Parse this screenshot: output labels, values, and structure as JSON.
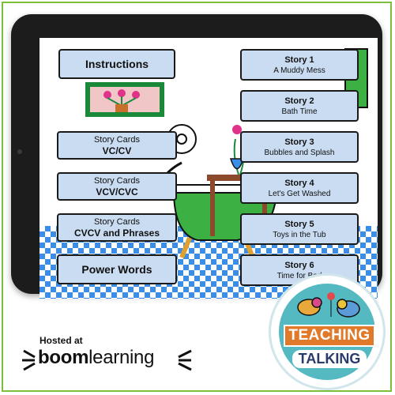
{
  "menu": {
    "instructions": "Instructions",
    "story_cards": [
      {
        "label": "Story Cards",
        "type": "VC/CV"
      },
      {
        "label": "Story Cards",
        "type": "VCV/CVC"
      },
      {
        "label": "Story Cards",
        "type": "CVCV and Phrases"
      }
    ],
    "power_words": "Power Words"
  },
  "stories": [
    {
      "title": "Story 1",
      "subtitle": "A Muddy Mess"
    },
    {
      "title": "Story 2",
      "subtitle": "Bath Time"
    },
    {
      "title": "Story 3",
      "subtitle": "Bubbles and Splash"
    },
    {
      "title": "Story 4",
      "subtitle": "Let's Get Washed"
    },
    {
      "title": "Story 5",
      "subtitle": "Toys in the Tub"
    },
    {
      "title": "Story 6",
      "subtitle": "Time for Bed"
    }
  ],
  "hosting": {
    "prefix": "Hosted at",
    "brand_bold": "boom",
    "brand_light": "learning"
  },
  "badge": {
    "line1": "TEACHING",
    "line2": "TALKING"
  },
  "colors": {
    "button_fill": "#c9dcf2",
    "frame_border": "#7bbf3a",
    "floor_blue": "#3a8ee8",
    "tub_green": "#3cb043",
    "badge_teal": "#54b9c0"
  }
}
